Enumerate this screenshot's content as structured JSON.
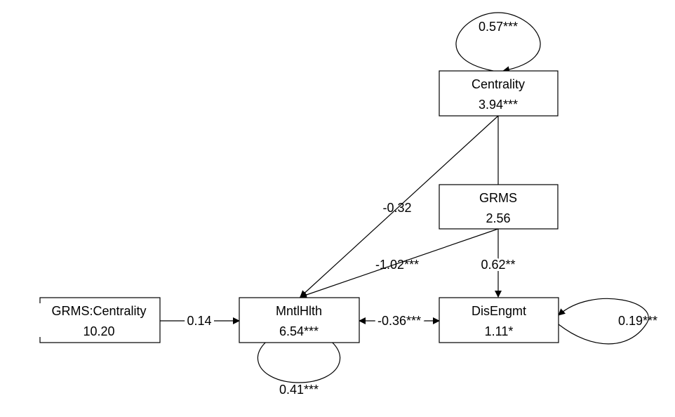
{
  "nodes": {
    "centrality": {
      "name": "Centrality",
      "value": "3.94***"
    },
    "grms": {
      "name": "GRMS",
      "value": "2.56"
    },
    "grms_centrality": {
      "name": "GRMS:Centrality",
      "value": "10.20"
    },
    "mntlhlth": {
      "name": "MntlHlth",
      "value": "6.54***"
    },
    "disengmt": {
      "name": "DisEngmt",
      "value": "1.11*"
    }
  },
  "paths": {
    "centrality_to_mntlhlth": "-0.32",
    "grms_to_mntlhlth": "-1.02***",
    "grms_to_disengmt": "0.62**",
    "interaction_to_mntlhlth": "0.14",
    "mntlhlth_disengmt_cov": "-0.36***"
  },
  "variances": {
    "centrality": "0.57***",
    "mntlhlth": "0.41***",
    "disengmt": "0.19***"
  },
  "colors": {
    "line": "#000000",
    "background": "#ffffff"
  }
}
